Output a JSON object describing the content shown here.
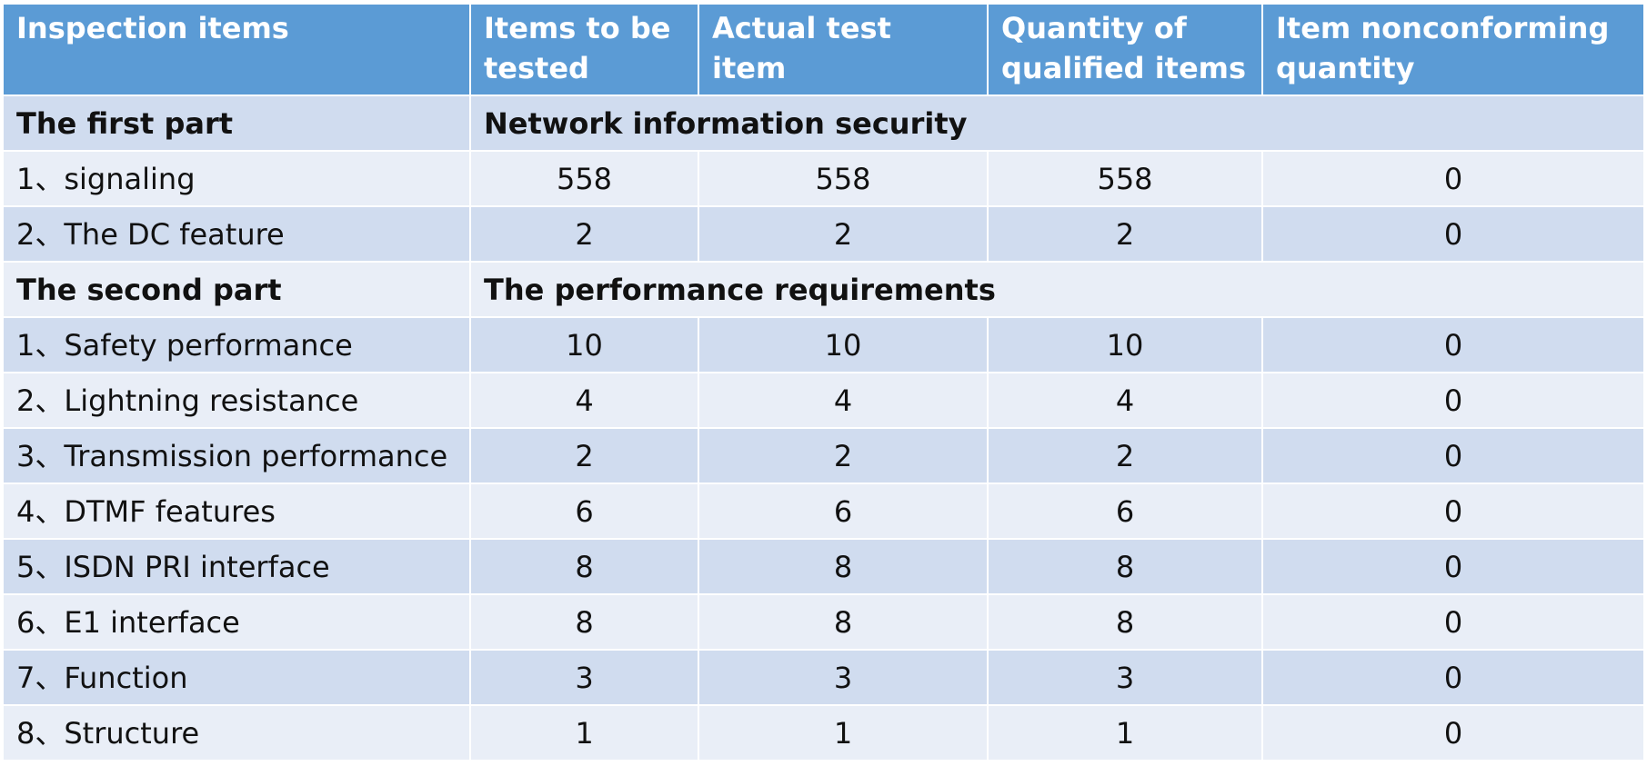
{
  "table": {
    "headers": [
      "Inspection items",
      "Items to be tested",
      "Actual test item",
      "Quantity of qualified items",
      "Item nonconforming quantity"
    ],
    "rows": [
      {
        "type": "section",
        "label": "The first part",
        "title": "Network information security"
      },
      {
        "type": "data",
        "label": "1、signaling",
        "values": [
          "558",
          "558",
          "558",
          "0"
        ]
      },
      {
        "type": "data",
        "label": "2、The DC feature",
        "values": [
          "2",
          "2",
          "2",
          "0"
        ]
      },
      {
        "type": "section",
        "label": "The second part",
        "title": "The performance requirements"
      },
      {
        "type": "data",
        "label": "1、Safety performance",
        "values": [
          "10",
          "10",
          "10",
          "0"
        ]
      },
      {
        "type": "data",
        "label": "2、Lightning resistance",
        "values": [
          "4",
          "4",
          "4",
          "0"
        ]
      },
      {
        "type": "data",
        "label": "3、Transmission performance",
        "values": [
          "2",
          "2",
          "2",
          "0"
        ]
      },
      {
        "type": "data",
        "label": "4、DTMF features",
        "values": [
          "6",
          "6",
          "6",
          "0"
        ]
      },
      {
        "type": "data",
        "label": "5、ISDN PRI interface",
        "values": [
          "8",
          "8",
          "8",
          "0"
        ]
      },
      {
        "type": "data",
        "label": "6、E1 interface",
        "values": [
          "8",
          "8",
          "8",
          "0"
        ]
      },
      {
        "type": "data",
        "label": "7、Function",
        "values": [
          "3",
          "3",
          "3",
          "0"
        ]
      },
      {
        "type": "data",
        "label": "8、Structure",
        "values": [
          "1",
          "1",
          "1",
          "0"
        ]
      }
    ]
  },
  "colors": {
    "header_bg": "#5b9bd5",
    "row_dark": "#d0dcef",
    "row_light": "#e9eef7"
  }
}
